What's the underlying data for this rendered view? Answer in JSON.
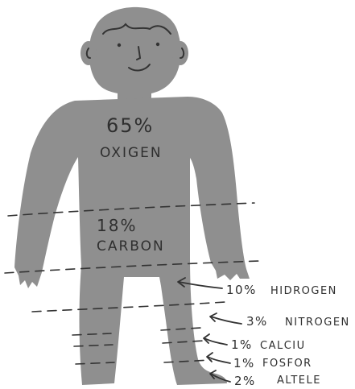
{
  "body": {
    "silhouette_color": "#8f8f8f",
    "line_color": "#333333"
  },
  "zones": [
    {
      "percent": "65%",
      "element": "OXIGEN"
    },
    {
      "percent": "18%",
      "element": "CARBON"
    }
  ],
  "callouts": [
    {
      "percent": "10%",
      "element": "HIDROGEN"
    },
    {
      "percent": "3%",
      "element": "NITROGEN"
    },
    {
      "percent": "1%",
      "element": "CALCIU"
    },
    {
      "percent": "1%",
      "element": "FOSFOR"
    },
    {
      "percent": "2%",
      "element": "ALTELE"
    }
  ]
}
